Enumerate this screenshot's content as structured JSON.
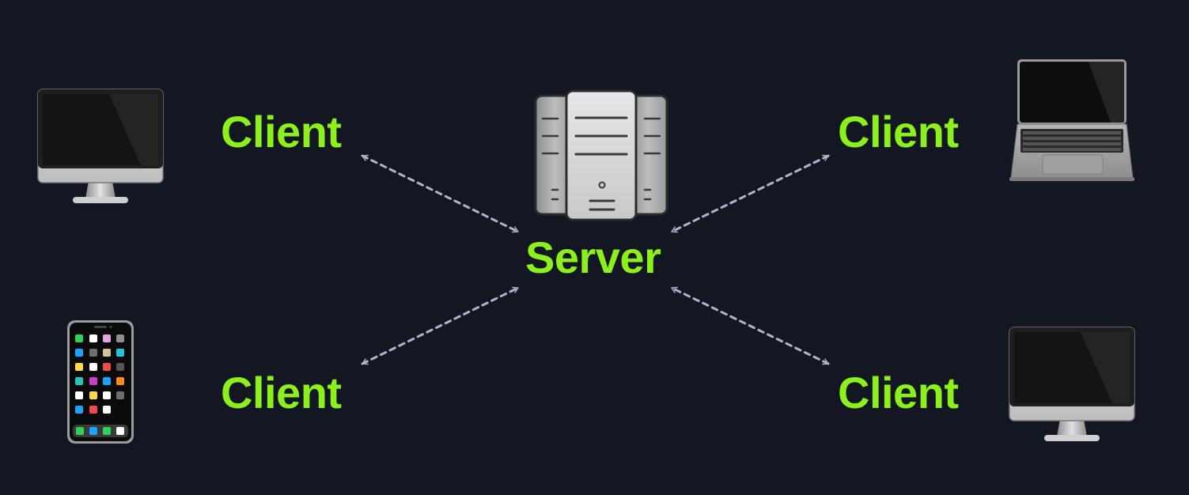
{
  "diagram": {
    "background": "#121722",
    "accent": "#8cf01c",
    "connector_color": "#aab6cc",
    "server": {
      "label": "Server",
      "icon": "server-tower-icon"
    },
    "clients": [
      {
        "id": "top-left",
        "label": "Client",
        "icon": "desktop-monitor-icon"
      },
      {
        "id": "top-right",
        "label": "Client",
        "icon": "laptop-icon"
      },
      {
        "id": "bottom-left",
        "label": "Client",
        "icon": "smartphone-icon"
      },
      {
        "id": "bottom-right",
        "label": "Client",
        "icon": "desktop-monitor-icon"
      }
    ],
    "connections": [
      {
        "from": "top-left",
        "to": "server",
        "style": "dashed",
        "direction": "bidirectional"
      },
      {
        "from": "top-right",
        "to": "server",
        "style": "dashed",
        "direction": "bidirectional"
      },
      {
        "from": "bottom-left",
        "to": "server",
        "style": "dashed",
        "direction": "bidirectional"
      },
      {
        "from": "bottom-right",
        "to": "server",
        "style": "dashed",
        "direction": "bidirectional"
      }
    ]
  }
}
